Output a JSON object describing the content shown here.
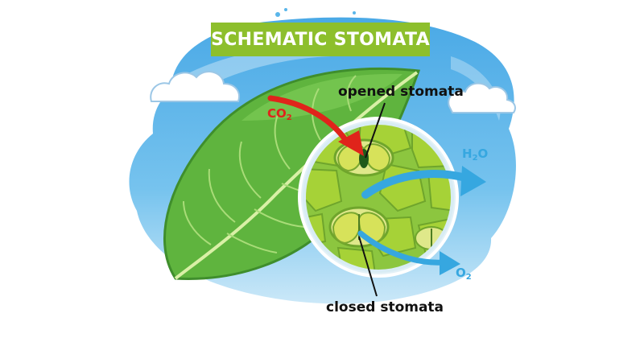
{
  "title": "SCHEMATIC STOMATA",
  "labels": {
    "opened": "opened stomata",
    "closed": "closed stomata",
    "co2": {
      "base": "CO",
      "sub": "2"
    },
    "h2o": {
      "base": "H",
      "sub": "2",
      "tail": "O"
    },
    "o2": {
      "base": "O",
      "sub": "2"
    }
  },
  "colors": {
    "title_banner": "#8dbf2c",
    "sky": "#5ab6ea",
    "leaf": "#6cc04a",
    "cells": "#a6d237",
    "co2_arrow": "#e0241b",
    "h2o_o2_arrow": "#36a7e0"
  }
}
